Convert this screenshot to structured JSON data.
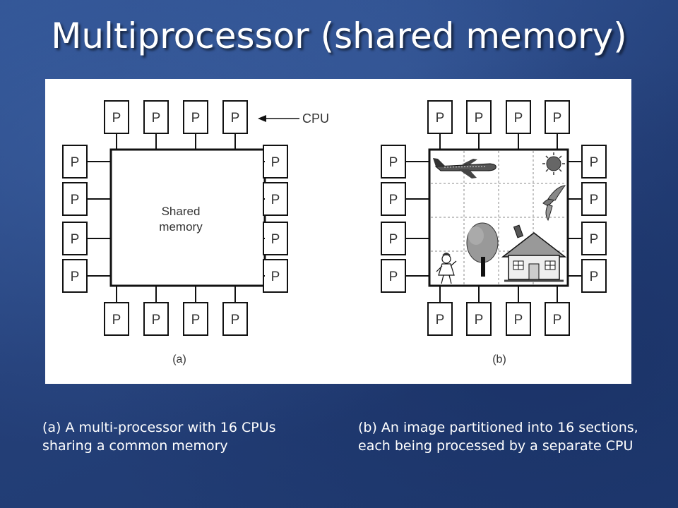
{
  "slide": {
    "title": "Multiprocessor (shared memory)"
  },
  "diagram": {
    "processor_label": "P",
    "cpu_label": "CPU",
    "shared_memory_label_line1": "Shared",
    "shared_memory_label_line2": "memory",
    "label_a": "(a)",
    "label_b": "(b)",
    "processor_count_per_diagram": 16
  },
  "captions": {
    "a": "(a)  A multi-processor with 16 CPUs sharing a common memory",
    "b": "(b)  An image partitioned into 16 sections, each being processed by a separate CPU"
  },
  "colors": {
    "background": "#2a4a86",
    "text": "#ffffff",
    "figure_background": "#ffffff",
    "line": "#111111"
  }
}
